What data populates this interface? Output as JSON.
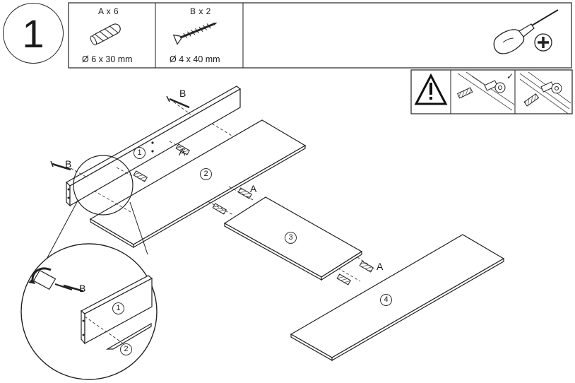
{
  "step": {
    "number": "1"
  },
  "parts": [
    {
      "id": "A",
      "count_label": "A x 6",
      "dimension": "6 x 30 mm",
      "icon": "wooden-dowel-icon"
    },
    {
      "id": "B",
      "count_label": "B x 2",
      "dimension": "4 x 40 mm",
      "icon": "wood-screw-icon"
    }
  ],
  "dimension_symbol": "Ø",
  "tool": {
    "icon": "phillips-screwdriver-icon"
  },
  "warning": {
    "icon": "warning-triangle-icon",
    "ok_mark": "✓"
  },
  "labels": {
    "b_top": "B",
    "b_left": "B",
    "b_detail": "B",
    "a_panel2": "A",
    "a_panel3": "A",
    "a_panel4": "A"
  },
  "panels": {
    "p1": "1",
    "p2": "2",
    "p3": "3",
    "p4": "4",
    "detail_p1": "1",
    "detail_p2": "2"
  }
}
